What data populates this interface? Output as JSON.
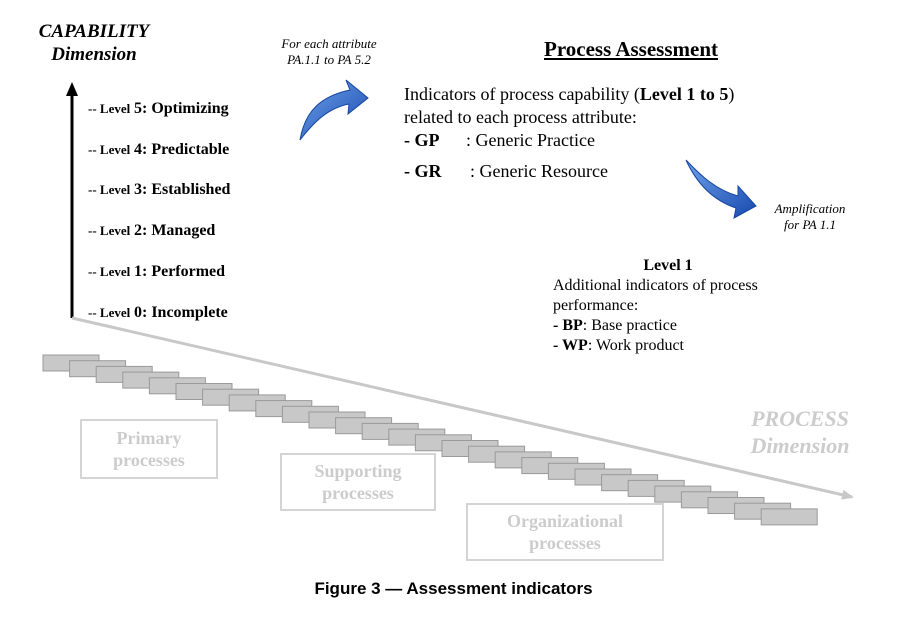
{
  "capability_dimension": {
    "line1": "CAPABILITY",
    "line2": "Dimension"
  },
  "levels": [
    {
      "prefix": "-- Level",
      "number": "5",
      "name": ": Optimizing"
    },
    {
      "prefix": "-- Level",
      "number": "4",
      "name": ": Predictable"
    },
    {
      "prefix": "-- Level",
      "number": "3",
      "name": ": Established"
    },
    {
      "prefix": "-- Level",
      "number": "2",
      "name": ": Managed"
    },
    {
      "prefix": "-- Level",
      "number": "1",
      "name": ": Performed"
    },
    {
      "prefix": "-- Level",
      "number": "0",
      "name": ": Incomplete"
    }
  ],
  "attribute_note": {
    "line1": "For each attribute",
    "line2": "PA.1.1 to PA 5.2"
  },
  "process_assessment": {
    "title": "Process Assessment",
    "intro_a": "Indicators of process capability (",
    "intro_bold": "Level 1 to 5",
    "intro_b": ")",
    "intro_line2": "related to each process attribute:",
    "items": [
      {
        "key": "- GP",
        "desc": ": Generic Practice"
      },
      {
        "key": "- GR",
        "desc": ": Generic Resource"
      }
    ]
  },
  "amplification_note": {
    "line1": "Amplification",
    "line2": "for PA 1.1"
  },
  "level1_box": {
    "title": "Level 1",
    "line1": "Additional indicators of process",
    "line2": "performance:",
    "items": [
      {
        "key": "- BP",
        "desc": ": Base practice"
      },
      {
        "key": "- WP",
        "desc": ": Work product"
      }
    ]
  },
  "process_dimension": {
    "line1": "PROCESS",
    "line2": "Dimension"
  },
  "process_boxes": [
    {
      "line1": "Primary",
      "line2": "processes"
    },
    {
      "line1": "Supporting",
      "line2": "processes"
    },
    {
      "line1": "Organizational",
      "line2": "processes"
    }
  ],
  "caption": "Figure 3 — Assessment indicators",
  "colors": {
    "arrow_blue": "#1f5fbf",
    "gray_line": "#c8c8c8",
    "step_fill": "#c8c8c8",
    "faded_text": "#cccccc"
  }
}
